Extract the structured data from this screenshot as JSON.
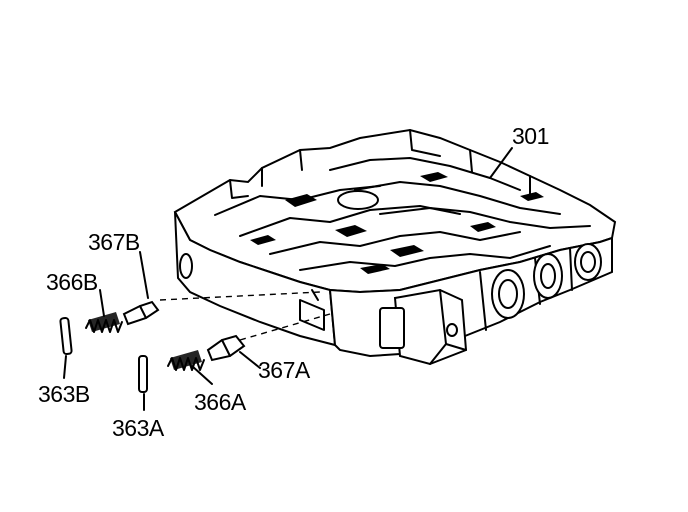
{
  "callouts": {
    "c301": "301",
    "c367b": "367B",
    "c366b": "366B",
    "c363b": "363B",
    "c367a": "367A",
    "c366a": "366A",
    "c363a": "363A"
  }
}
